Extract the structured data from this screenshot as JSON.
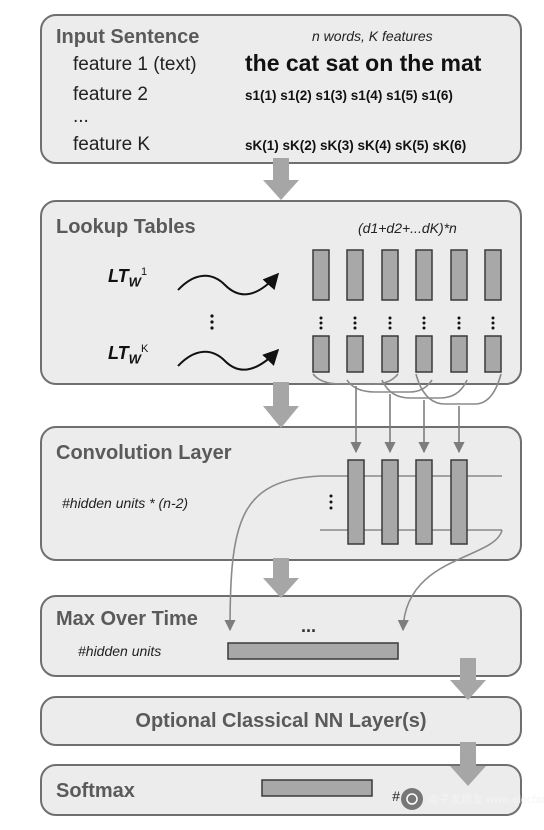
{
  "input": {
    "title": "Input Sentence",
    "subtitle": "n words, K features",
    "feature_1": "feature 1 (text)",
    "feature_2": "feature 2",
    "ellipsis": "...",
    "feature_k": "feature K",
    "sentence": "the cat sat on the mat",
    "s1_seq": "s1(1) s1(2) s1(3) s1(4) s1(5) s1(6)",
    "sk_seq": "sK(1) sK(2) sK(3) sK(4) sK(5) sK(6)"
  },
  "lookup": {
    "title": "Lookup Tables",
    "dims": "(d1+d2+...dK)*n",
    "lt_base": "LT",
    "lt_sub": "W",
    "lt_sup_1": "1",
    "lt_sup_k": "K"
  },
  "conv": {
    "title": "Convolution Layer",
    "units": "#hidden units * (n-2)"
  },
  "maxtime": {
    "title": "Max Over Time",
    "units": "#hidden units",
    "dots": "..."
  },
  "optional": {
    "title": "Optional Classical NN Layer(s)"
  },
  "softmax": {
    "title": "Softmax",
    "partial_label": "#"
  },
  "watermark": "电子发烧友 www.elecfans.com",
  "colors": {
    "panel_fill": "#ececec",
    "panel_border": "#6f6f6f",
    "arrow_gray": "#a6a6a6",
    "box_fill": "#a8a8a8",
    "box_border": "#3a3a3a"
  }
}
